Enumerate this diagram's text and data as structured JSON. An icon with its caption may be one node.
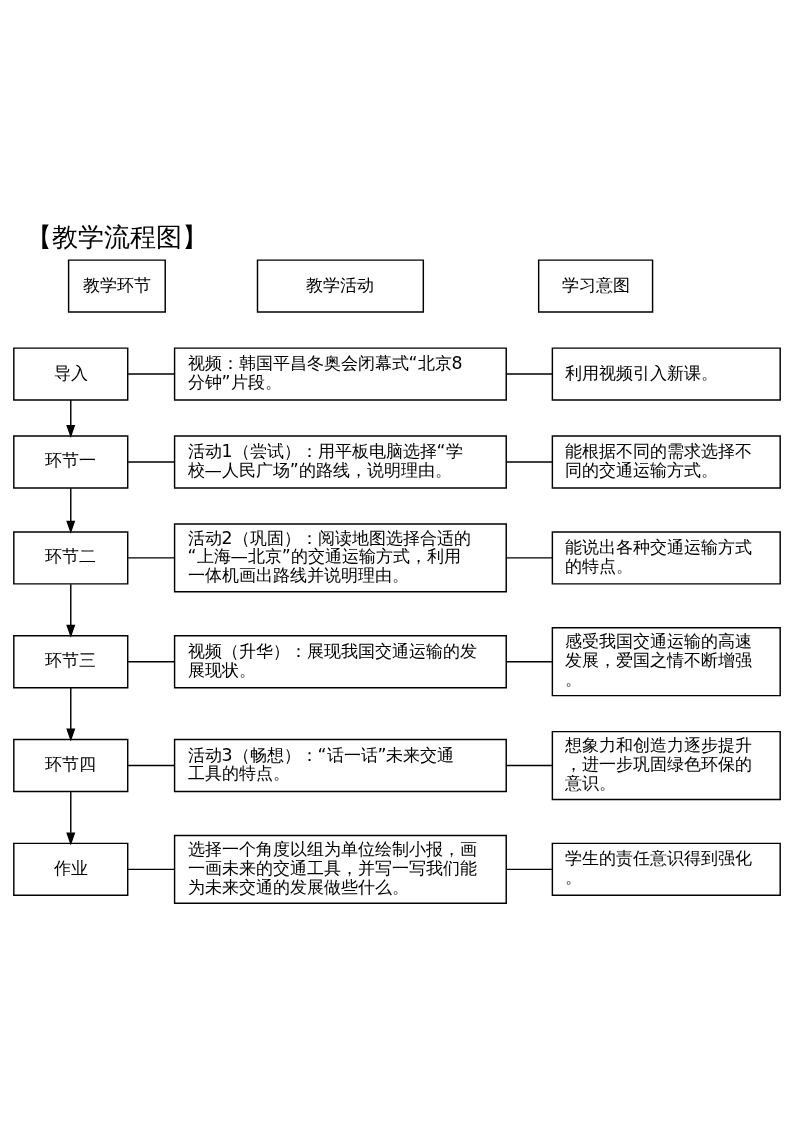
{
  "diagram": {
    "title": "【教学流程图】",
    "nodes": [
      {
        "text": [
          "教学环节"
        ]
      },
      {
        "text": [
          "教学活动"
        ]
      },
      {
        "text": [
          "学习意图"
        ]
      },
      {
        "text": [
          "导入"
        ]
      },
      {
        "text": [
          "视频：韩国平昌冬奥会闭幕式“北京8分钟”片段。"
        ]
      },
      {
        "text": [
          "利用视频引入新课。"
        ]
      },
      {
        "text": [
          "环节一"
        ]
      },
      {
        "text": [
          "活动1（尝试）：用平板电脑选择“学校—人民广场”的路线，说明理由。"
        ]
      },
      {
        "text": [
          "能根据不同的需求选择不同的交通运输方式。"
        ]
      },
      {
        "text": [
          "环节二"
        ]
      },
      {
        "text": [
          "活动2（巩固）：阅读地图选择合适的“上海—北京”的交通运输方式，利用一体机画出路线并说明理由。"
        ]
      },
      {
        "text": [
          "能说出各种交通运输方式的特点。"
        ]
      },
      {
        "text": [
          "环节三"
        ]
      },
      {
        "text": [
          "视频（升华）：展现我国交通运输的发展现状。"
        ]
      },
      {
        "text": [
          "感受我国交通运输的高速发展，爱国之情不断增强。"
        ]
      },
      {
        "text": [
          "环节四"
        ]
      },
      {
        "text": [
          "活动3（畅想）：“话一话”未来交通工具的特点。"
        ]
      },
      {
        "text": [
          "想象力和创造力逐步提升，进一步巩固绿色环保的意识。"
        ]
      },
      {
        "text": [
          "作业"
        ]
      },
      {
        "text": [
          "选择一个角度以组为单位绘制小报，画一画未来的交通工具，并写一写我们能为未来交通的发展做些什么。"
        ]
      },
      {
        "text": [
          "学生的责任意识得到强化。"
        ]
      }
    ],
    "edges": [
      {
        "from": 3,
        "to": 4,
        "arrow": "none"
      },
      {
        "from": 4,
        "to": 5,
        "arrow": "none"
      },
      {
        "from": 3,
        "to": 6,
        "arrow": "to"
      },
      {
        "from": 6,
        "to": 7,
        "arrow": "none"
      },
      {
        "from": 7,
        "to": 8,
        "arrow": "none"
      },
      {
        "from": 6,
        "to": 9,
        "arrow": "to"
      },
      {
        "from": 9,
        "to": 10,
        "arrow": "none"
      },
      {
        "from": 10,
        "to": 11,
        "arrow": "none"
      },
      {
        "from": 9,
        "to": 12,
        "arrow": "to"
      },
      {
        "from": 12,
        "to": 13,
        "arrow": "none"
      },
      {
        "from": 13,
        "to": 14,
        "arrow": "none"
      },
      {
        "from": 12,
        "to": 15,
        "arrow": "to"
      },
      {
        "from": 15,
        "to": 16,
        "arrow": "none"
      },
      {
        "from": 16,
        "to": 17,
        "arrow": "none"
      },
      {
        "from": 15,
        "to": 18,
        "arrow": "to"
      },
      {
        "from": 18,
        "to": 19,
        "arrow": "none"
      },
      {
        "from": 19,
        "to": 20,
        "arrow": "none"
      }
    ]
  }
}
